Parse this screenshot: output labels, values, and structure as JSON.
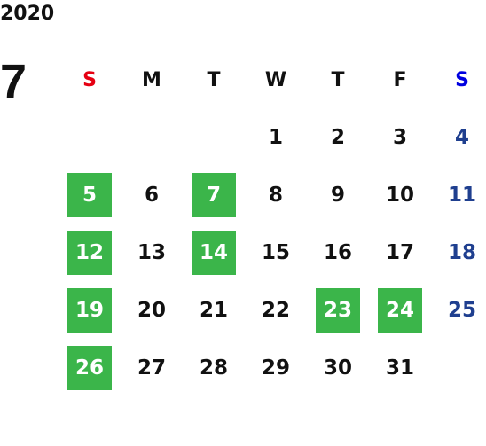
{
  "calendar": {
    "year": "2020",
    "month": "7",
    "weekdays": [
      "S",
      "M",
      "T",
      "W",
      "T",
      "F",
      "S"
    ],
    "weeks": [
      [
        "",
        "",
        "",
        "1",
        "2",
        "3",
        "4"
      ],
      [
        "5",
        "6",
        "7",
        "8",
        "9",
        "10",
        "11"
      ],
      [
        "12",
        "13",
        "14",
        "15",
        "16",
        "17",
        "18"
      ],
      [
        "19",
        "20",
        "21",
        "22",
        "23",
        "24",
        "25"
      ],
      [
        "26",
        "27",
        "28",
        "29",
        "30",
        "31",
        ""
      ]
    ],
    "highlighted_days": [
      "5",
      "7",
      "12",
      "14",
      "19",
      "23",
      "24",
      "26"
    ]
  },
  "colors": {
    "highlight": "#3bb54a",
    "sunday_header": "#e60012",
    "saturday_header": "#0000e0",
    "saturday_day": "#1f3f8f",
    "text": "#111111"
  }
}
